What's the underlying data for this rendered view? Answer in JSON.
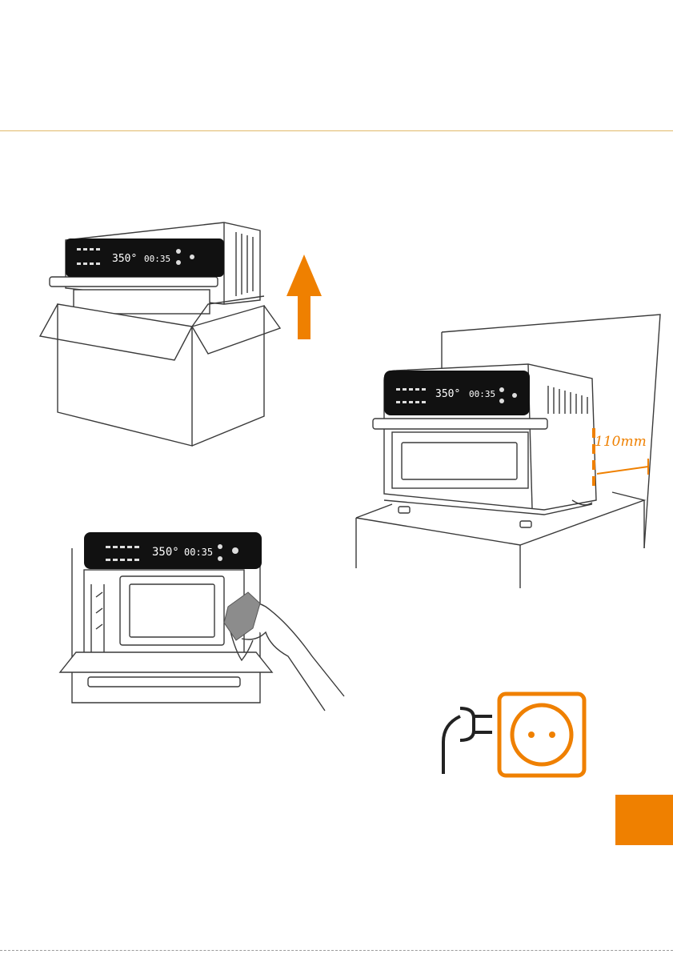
{
  "colors": {
    "accent": "#ef8000",
    "rule": "#e0b969",
    "line_art": "#3a3a3a",
    "panel": "#111111"
  },
  "figures": {
    "unboxing": {
      "display_temp": "350°",
      "display_time": "00:35",
      "icon": "arrow-up-icon"
    },
    "clearance": {
      "display_temp": "350°",
      "display_time": "00:35",
      "dimension_label": "110mm"
    },
    "cleaning": {
      "display_temp": "350°",
      "display_time": "00:35"
    },
    "power": {
      "icon_plug": "plug-icon",
      "icon_socket": "socket-icon"
    }
  }
}
